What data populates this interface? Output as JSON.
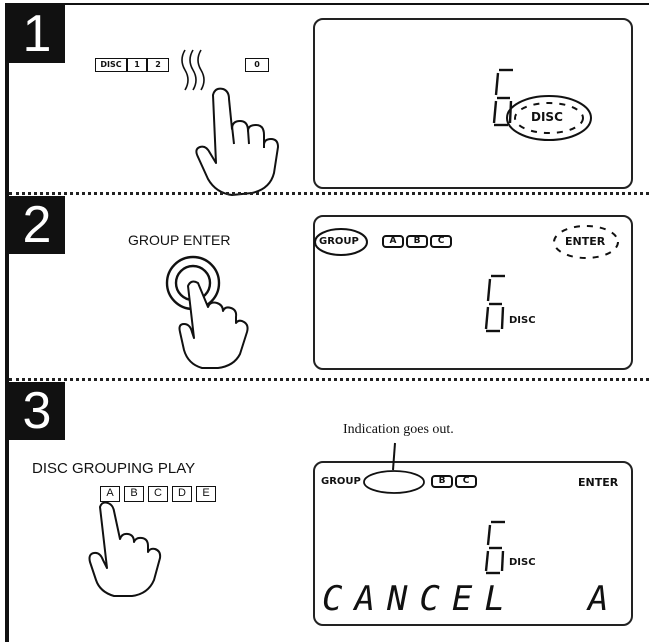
{
  "steps": [
    {
      "number": "1",
      "keys": [
        "DISC",
        "1",
        "2",
        "0"
      ],
      "display": {
        "digit": "6",
        "disc_label": "DISC"
      }
    },
    {
      "number": "2",
      "button_label": "GROUP ENTER",
      "display": {
        "group": "GROUP",
        "groups": [
          "A",
          "B",
          "C"
        ],
        "enter": "ENTER",
        "digit": "6",
        "disc_label": "DISC"
      }
    },
    {
      "number": "3",
      "button_label": "DISC GROUPING PLAY",
      "keys": [
        "A",
        "B",
        "C",
        "D",
        "E"
      ],
      "callout": "Indication goes out.",
      "display": {
        "group": "GROUP",
        "groups": [
          "B",
          "C"
        ],
        "enter": "ENTER",
        "digit": "6",
        "disc_label": "DISC",
        "message": "CANCEL",
        "message_letter": "A"
      }
    }
  ]
}
